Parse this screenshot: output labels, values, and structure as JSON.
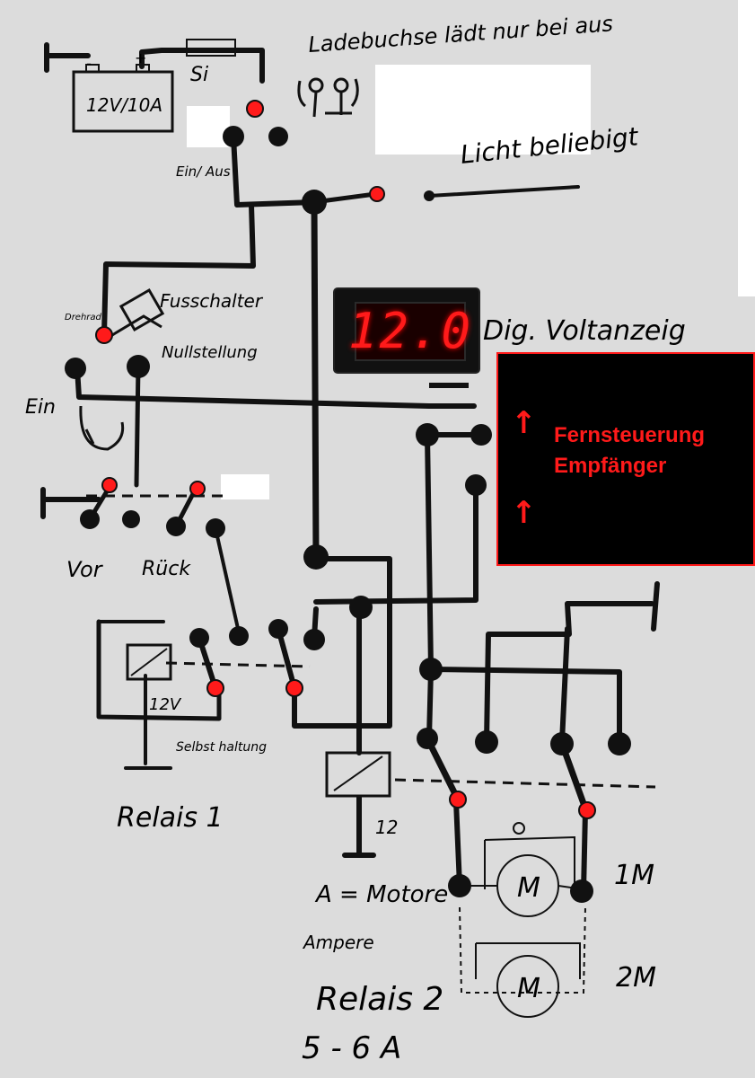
{
  "labels": {
    "battery": "12V/10A",
    "battery_minus": "-",
    "battery_plus": "+",
    "fuse": "Si",
    "charge_socket": "Ladebuchse lädt nur bei aus",
    "light": "Licht beliebigt",
    "main_switch": "Ein/ Aus",
    "foot_switch": "Fusschalter",
    "zero_position": "Nullstellung",
    "foot_switch_small": "Drehrad",
    "ein": "Ein",
    "forward": "Vor",
    "reverse": "Rück",
    "relay1_voltage": "12V",
    "self_hold": "Selbst haltung",
    "relay1": "Relais 1",
    "relay2_voltage": "12",
    "motors": "A = Motore",
    "amps": "Ampere",
    "relay2": "Relais 2",
    "current": "5 - 6 A",
    "motor_symbol": "M",
    "motor1": "1M",
    "motor2": "2M",
    "voltmeter_label": "Dig. Voltanzeig",
    "voltmeter_value": "12.0",
    "receiver_line1": "Fernsteuerung",
    "receiver_line2": "Empfänger",
    "receiver_arrow": "↑"
  },
  "colors": {
    "background": "#dcdcdc",
    "wire": "#111111",
    "terminal": "#111111",
    "contact": "#ff1a1a",
    "receiver_text": "#ff1a1a",
    "receiver_bg": "#000000",
    "display_digits": "#ff1a1a"
  }
}
